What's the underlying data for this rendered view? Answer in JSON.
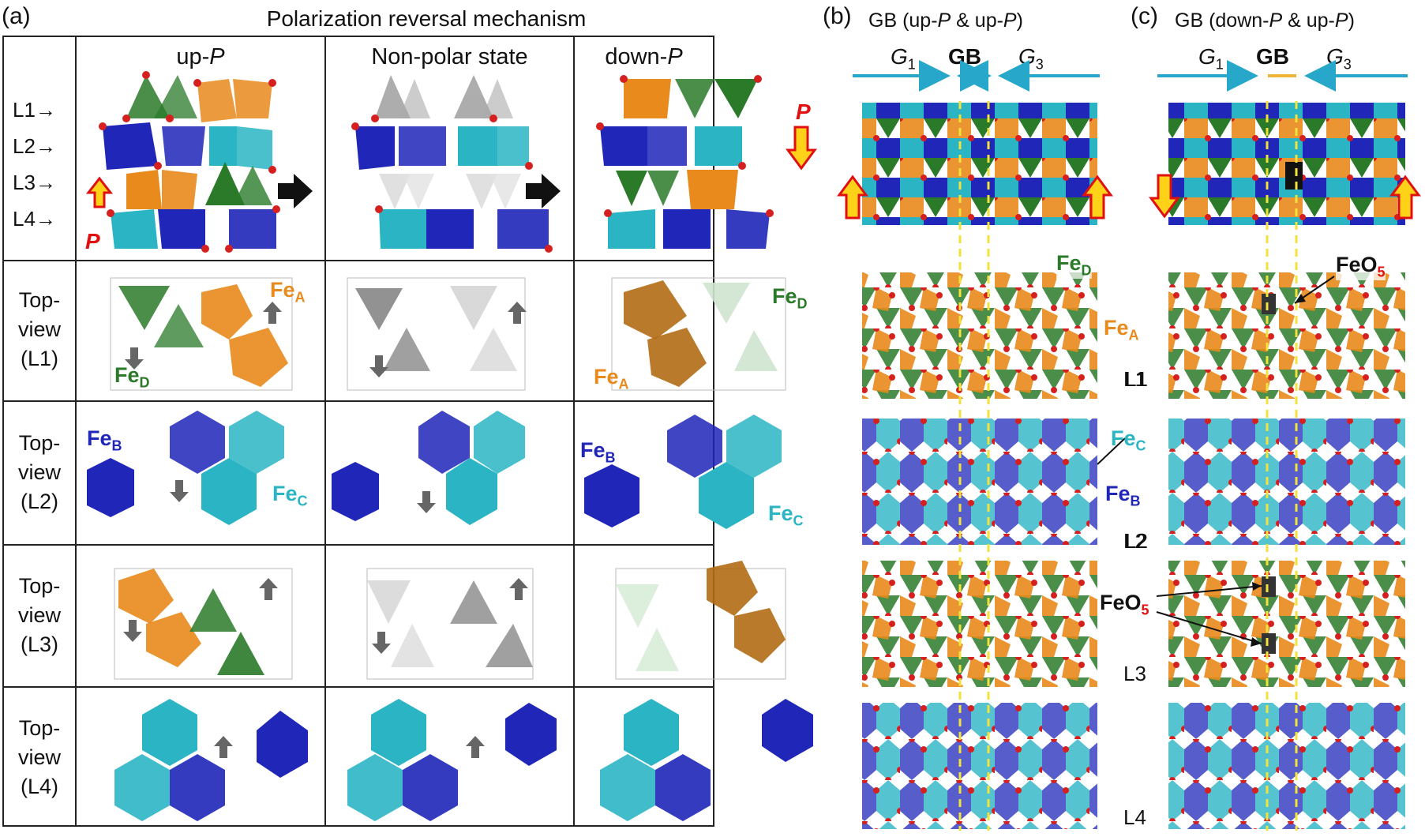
{
  "panel_a": {
    "letter": "(a)",
    "title": "Polarization reversal mechanism",
    "col_up": "up-",
    "col_up_p": "P",
    "col_nonpolar": "Non-polar state",
    "col_down": "down-",
    "col_down_p": "P",
    "layers": [
      "L1→",
      "L2→",
      "L3→",
      "L4→"
    ],
    "p_label": "P",
    "rows": [
      {
        "l1": "Top-",
        "l2": "view",
        "l3": "(L1)"
      },
      {
        "l1": "Top-",
        "l2": "view",
        "l3": "(L2)"
      },
      {
        "l1": "Top-",
        "l2": "view",
        "l3": "(L3)"
      },
      {
        "l1": "Top-",
        "l2": "view",
        "l3": "(L4)"
      }
    ],
    "fe": "Fe",
    "sub_a": "A",
    "sub_b": "B",
    "sub_c": "C",
    "sub_d": "D"
  },
  "panel_b": {
    "letter": "(b)",
    "title_pre": "GB (up-",
    "title_p1": "P",
    "title_mid": " & up-",
    "title_p2": "P",
    "title_post": ")",
    "g1": "G",
    "g1_sub": "1",
    "gb": "GB",
    "g3": "G",
    "g3_sub": "3",
    "layers": [
      "L1",
      "L2"
    ]
  },
  "panel_c": {
    "letter": "(c)",
    "title_pre": "GB (down-",
    "title_p1": "P",
    "title_mid": " & up-",
    "title_p2": "P",
    "title_post": ")",
    "g1": "G",
    "g1_sub": "1",
    "gb": "GB",
    "g3": "G",
    "g3_sub": "3",
    "layers": [
      "L1",
      "L2",
      "L3",
      "L4"
    ],
    "feo": "FeO",
    "feo_sub": "5"
  },
  "colors": {
    "fe_a": "#e88a1c",
    "fe_b": "#1f26b8",
    "fe_c": "#2bb5c4",
    "fe_d": "#2a7a2a",
    "oxygen": "#d62020",
    "gb_dash": "#f2e23a",
    "arrow_cyan": "#27a7c9",
    "p_arrow": "#ffd21a",
    "p_red": "#e01010",
    "feo5_red": "#e01010"
  }
}
